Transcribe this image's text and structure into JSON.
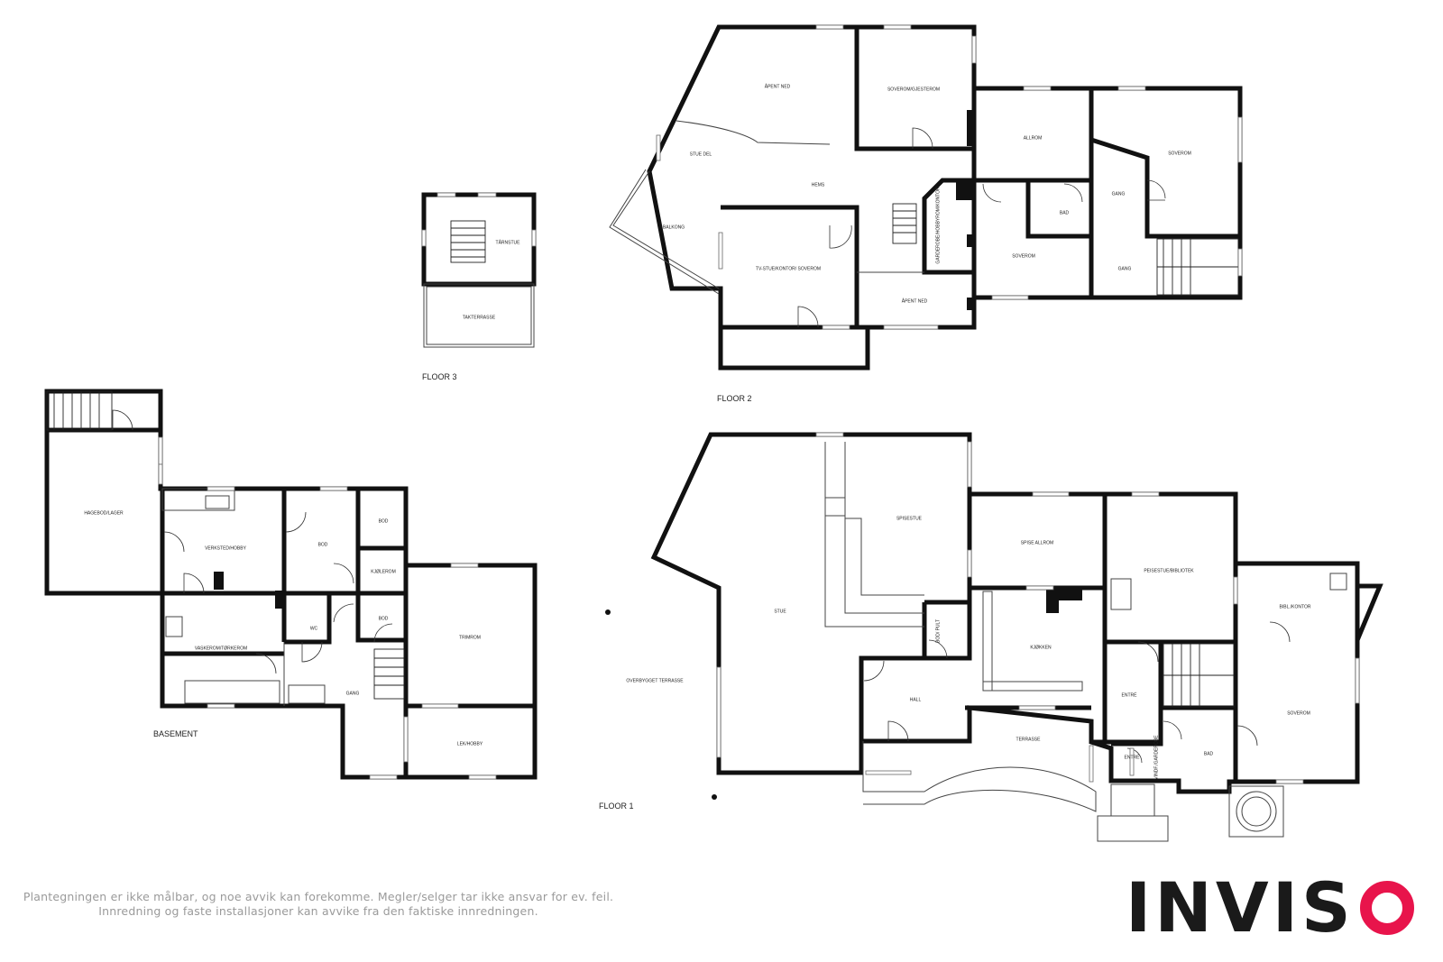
{
  "floors": {
    "floor3": {
      "label": "FLOOR 3",
      "rooms": {
        "taarnstue": "TÅRNSTUE",
        "takterrasse": "TAKTERRASSE"
      }
    },
    "floor2": {
      "label": "FLOOR 2",
      "rooms": {
        "aapent_med_top": "ÅPENT NED",
        "soverom_gjesterom": "SOVEROM/GJESTEROM",
        "stue_del": "STUE DEL",
        "hems": "HEMS",
        "alrom": "ALLROM",
        "soverom_right": "SOVEROM",
        "gang_upper": "GANG",
        "bad": "BAD",
        "balkong": "BALKONG",
        "tv_stue": "TV-STUE/KONTOR/ SOVEROM",
        "garderobe": "GARDEROBE/HOBBYROM/KONTOR",
        "soverom_mid": "SOVEROM",
        "gang_lower": "GANG",
        "aapent_med_bottom": "ÅPENT NED"
      }
    },
    "floor1": {
      "label": "FLOOR 1",
      "rooms": {
        "spisestue": "SPISESTUE",
        "spise_alrom": "SPISE ALLROM",
        "peisestue": "PEISESTUE/BIBLIOTEK",
        "stue": "STUE",
        "bod_pult": "BOD/ PULT",
        "kjokken": "KJØKKEN",
        "bibl_kontor": "BIBL./KONTOR",
        "overbygget": "OVERBYGGET TERRASSE",
        "hall": "HALL",
        "entre_upper": "ENTRÉ",
        "terrasse": "TERRASSE",
        "entre_lower": "ENTRÉ",
        "vindfang": "VINDF./GARDEROBE",
        "bad": "BAD",
        "soverom": "SOVEROM"
      }
    },
    "basement": {
      "label": "BASEMENT",
      "rooms": {
        "hageboд": "HAGEBOD/LAGER",
        "verksted": "VERKSTED/HOBBY",
        "bod1": "BOD",
        "bod2": "BOD",
        "kjolerom": "KJØLEROM",
        "bod3": "BOD",
        "wc": "WC",
        "vaskerom": "VASKEROM/TØRKEROM",
        "trimrom": "TRIMROM",
        "gang": "GANG",
        "lek_hobby": "LEK/HOBBY"
      }
    }
  },
  "disclaimer": {
    "line1": "Plantegningen er ikke målbar, og noe avvik kan forekomme. Megler/selger tar ikke ansvar for ev. feil.",
    "line2": "Innredning og faste installasjoner kan avvike fra den faktiske innredningen."
  },
  "logo": {
    "text": "INVIS",
    "accent_color": "#e8144b"
  }
}
